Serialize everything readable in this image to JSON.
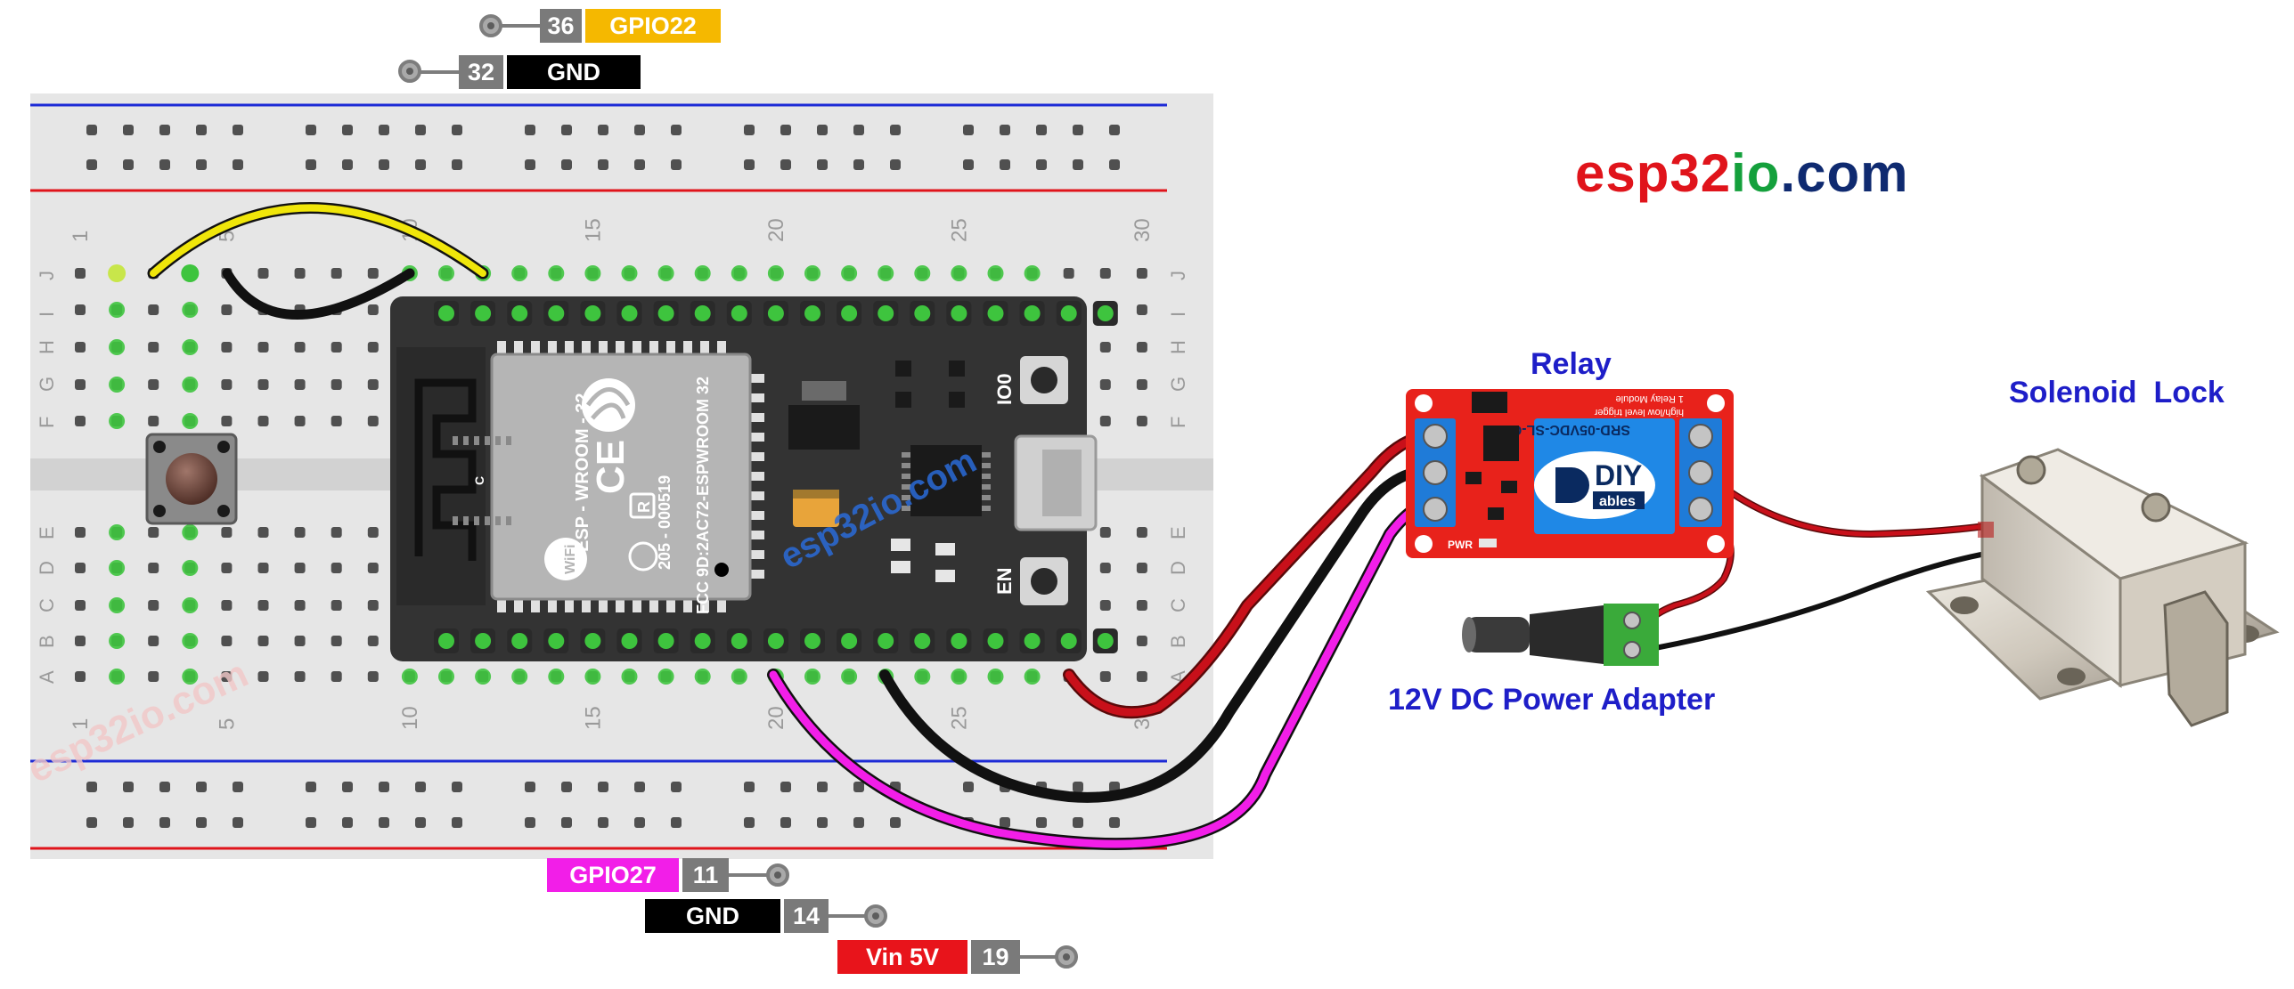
{
  "brand": {
    "part1": "esp32",
    "part2": "io",
    "part3": ".com",
    "colors": {
      "part1": "#e0141b",
      "part2": "#14a03c",
      "part3": "#0f2a70"
    }
  },
  "watermark": "esp32io.com",
  "breadboard": {
    "column_numbers": [
      "1",
      "5",
      "10",
      "15",
      "20",
      "25",
      "30"
    ],
    "row_letters": [
      "J",
      "I",
      "H",
      "G",
      "F",
      "E",
      "D",
      "C",
      "B",
      "A"
    ]
  },
  "esp32": {
    "module_texts": [
      "ESP - WROOM - 32",
      "FCC 9D:2AC72-ESPWROOM 32",
      "205 - 000519",
      "R",
      "C"
    ],
    "button_labels": [
      "IO0",
      "EN"
    ]
  },
  "relay": {
    "title": "Relay",
    "logo_diy": "DIY",
    "logo_ables": "ables",
    "relay_text": "SRD-05VDC-SL-C",
    "module_text": "1 Relay Module",
    "trigger_text": "high/low level trigger",
    "pwr_text": "PWR"
  },
  "solenoid": {
    "title": "Solenoid  Lock"
  },
  "adapter": {
    "title": "12V DC Power Adapter"
  },
  "pin_labels_top": [
    {
      "num": "36",
      "name": "GPIO22",
      "name_color": "#f5b800",
      "name_text_color": "#ffffff"
    },
    {
      "num": "32",
      "name": "GND",
      "name_color": "#000000",
      "name_text_color": "#ffffff"
    }
  ],
  "pin_labels_bottom": [
    {
      "num": "11",
      "name": "GPIO27",
      "name_color": "#f21ee8",
      "name_text_color": "#ffffff"
    },
    {
      "num": "14",
      "name": "GND",
      "name_color": "#000000",
      "name_text_color": "#ffffff"
    },
    {
      "num": "19",
      "name": "Vin 5V",
      "name_color": "#e8141b",
      "name_text_color": "#ffffff"
    }
  ],
  "wire_colors": {
    "gpio22": "#f0e60a",
    "gnd": "#111111",
    "gpio27": "#f21ee8",
    "vin": "#c8101a"
  }
}
